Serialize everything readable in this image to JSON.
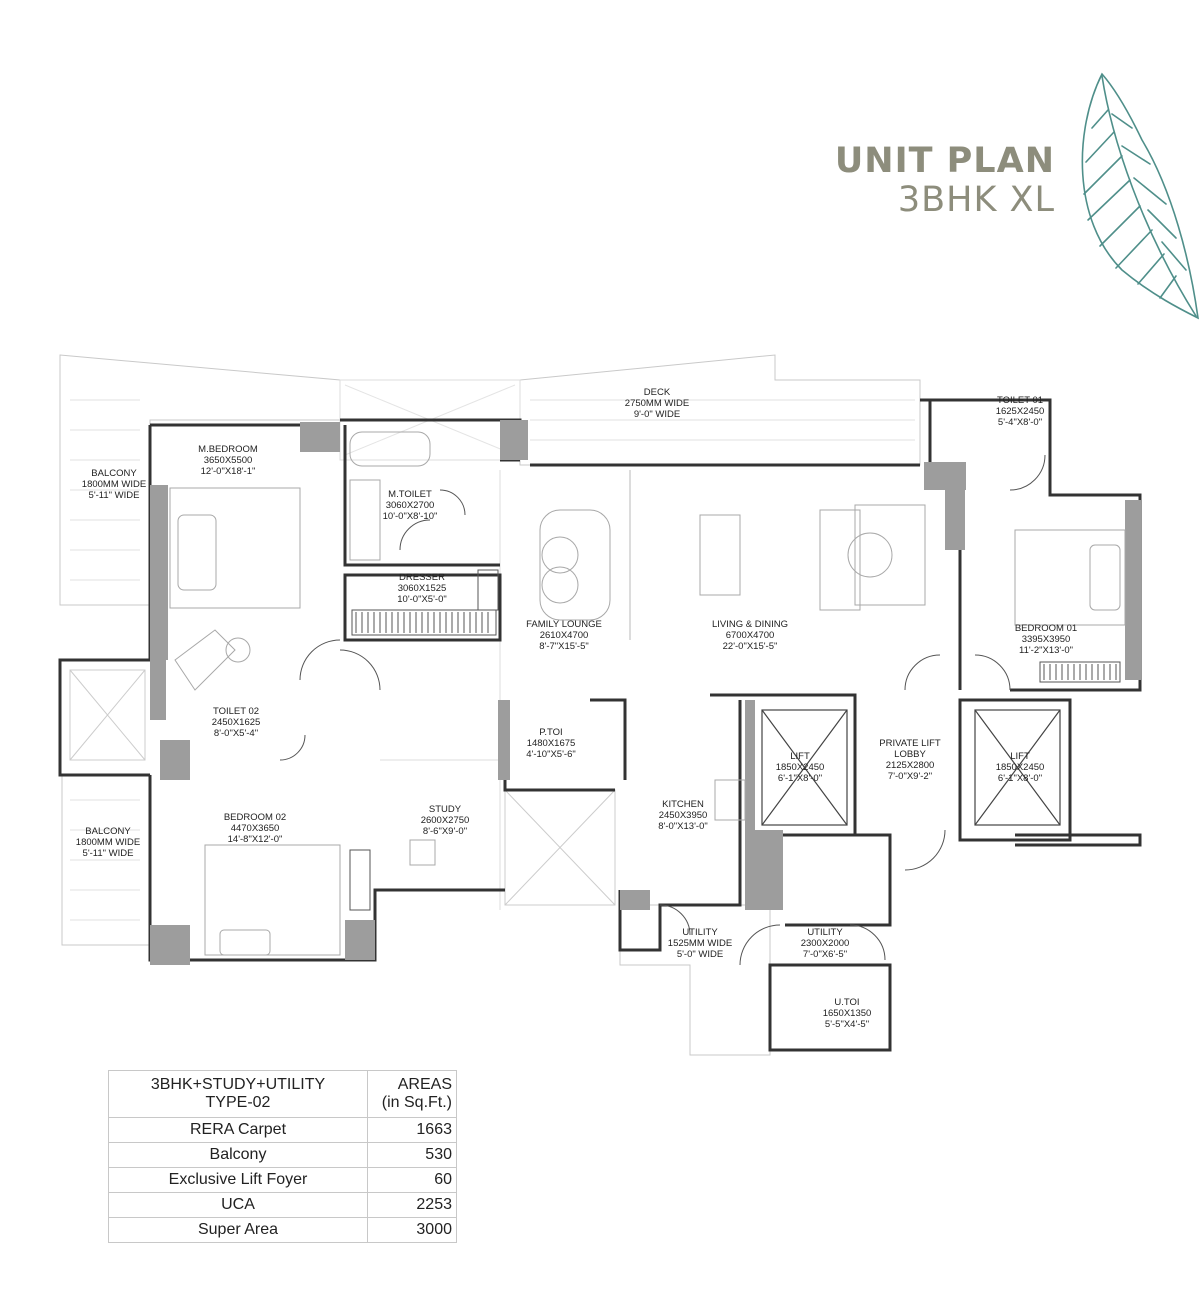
{
  "title": {
    "line1": "UNIT PLAN",
    "line2": "3BHK XL",
    "color": "#8d8d7c"
  },
  "leaf_color": "#4f8f8a",
  "rooms": [
    {
      "id": "balcony-top-left",
      "lines": [
        "BALCONY",
        "1800MM WIDE",
        "5'-11\" WIDE"
      ]
    },
    {
      "id": "m-bedroom",
      "lines": [
        "M.BEDROOM",
        "3650X5500",
        "12'-0\"X18'-1\""
      ]
    },
    {
      "id": "m-toilet",
      "lines": [
        "M.TOILET",
        "3060X2700",
        "10'-0\"X8'-10\""
      ]
    },
    {
      "id": "dresser",
      "lines": [
        "DRESSER",
        "3060X1525",
        "10'-0\"X5'-0\""
      ]
    },
    {
      "id": "deck",
      "lines": [
        "DECK",
        "2750MM WIDE",
        "9'-0\" WIDE"
      ]
    },
    {
      "id": "toilet-01",
      "lines": [
        "TOILET 01",
        "1625X2450",
        "5'-4\"X8'-0\""
      ]
    },
    {
      "id": "family-lounge",
      "lines": [
        "FAMILY LOUNGE",
        "2610X4700",
        "8'-7\"X15'-5\""
      ]
    },
    {
      "id": "living-dining",
      "lines": [
        "LIVING & DINING",
        "6700X4700",
        "22'-0\"X15'-5\""
      ]
    },
    {
      "id": "bedroom-01",
      "lines": [
        "BEDROOM 01",
        "3395X3950",
        "11'-2\"X13'-0\""
      ]
    },
    {
      "id": "toilet-02",
      "lines": [
        "TOILET 02",
        "2450X1625",
        "8'-0\"X5'-4\""
      ]
    },
    {
      "id": "p-toi",
      "lines": [
        "P.TOI",
        "1480X1675",
        "4'-10\"X5'-6\""
      ]
    },
    {
      "id": "lift-1",
      "lines": [
        "LIFT",
        "1850X2450",
        "6'-1\"X8'-0\""
      ]
    },
    {
      "id": "private-lift-lobby",
      "lines": [
        "PRIVATE LIFT",
        "LOBBY",
        "2125X2800",
        "7'-0\"X9'-2\""
      ]
    },
    {
      "id": "lift-2",
      "lines": [
        "LIFT",
        "1850X2450",
        "6'-1\"X8'-0\""
      ]
    },
    {
      "id": "balcony-bottom-left",
      "lines": [
        "BALCONY",
        "1800MM WIDE",
        "5'-11\" WIDE"
      ]
    },
    {
      "id": "bedroom-02",
      "lines": [
        "BEDROOM 02",
        "4470X3650",
        "14'-8\"X12'-0\""
      ]
    },
    {
      "id": "study",
      "lines": [
        "STUDY",
        "2600X2750",
        "8'-6\"X9'-0\""
      ]
    },
    {
      "id": "kitchen",
      "lines": [
        "KITCHEN",
        "2450X3950",
        "8'-0\"X13'-0\""
      ]
    },
    {
      "id": "utility-balcony",
      "lines": [
        "UTILITY",
        "1525MM WIDE",
        "5'-0\" WIDE"
      ]
    },
    {
      "id": "utility",
      "lines": [
        "UTILITY",
        "2300X2000",
        "7'-0\"X6'-5\""
      ]
    },
    {
      "id": "u-toi",
      "lines": [
        "U.TOI",
        "1650X1350",
        "5'-5\"X4'-5\""
      ]
    }
  ],
  "area_table": {
    "header_left": [
      "3BHK+STUDY+UTILITY",
      "TYPE-02"
    ],
    "header_right": [
      "AREAS",
      "(in Sq.Ft.)"
    ],
    "rows": [
      {
        "label": "RERA Carpet",
        "value": "1663"
      },
      {
        "label": "Balcony",
        "value": "530"
      },
      {
        "label": "Exclusive Lift Foyer",
        "value": "60"
      },
      {
        "label": "UCA",
        "value": "2253"
      },
      {
        "label": "Super Area",
        "value": "3000"
      }
    ]
  }
}
